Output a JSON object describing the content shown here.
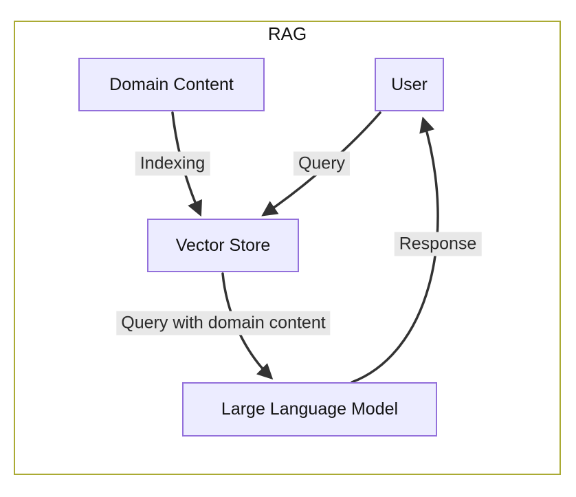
{
  "diagram": {
    "title": "RAG",
    "nodes": [
      {
        "id": "domain-content",
        "label": "Domain Content"
      },
      {
        "id": "user",
        "label": "User"
      },
      {
        "id": "vector-store",
        "label": "Vector Store"
      },
      {
        "id": "llm",
        "label": "Large Language Model"
      }
    ],
    "edges": [
      {
        "from": "Domain Content",
        "to": "Vector Store",
        "label": "Indexing"
      },
      {
        "from": "User",
        "to": "Vector Store",
        "label": "Query"
      },
      {
        "from": "Vector Store",
        "to": "Large Language Model",
        "label": "Query with domain content"
      },
      {
        "from": "Large Language Model",
        "to": "User",
        "label": "Response"
      }
    ],
    "colors": {
      "node_fill": "#ECECFF",
      "node_border": "#9370DB",
      "edge": "#333333",
      "label_bg": "#e8e8e8",
      "cluster_border": "#aaaa33"
    }
  }
}
